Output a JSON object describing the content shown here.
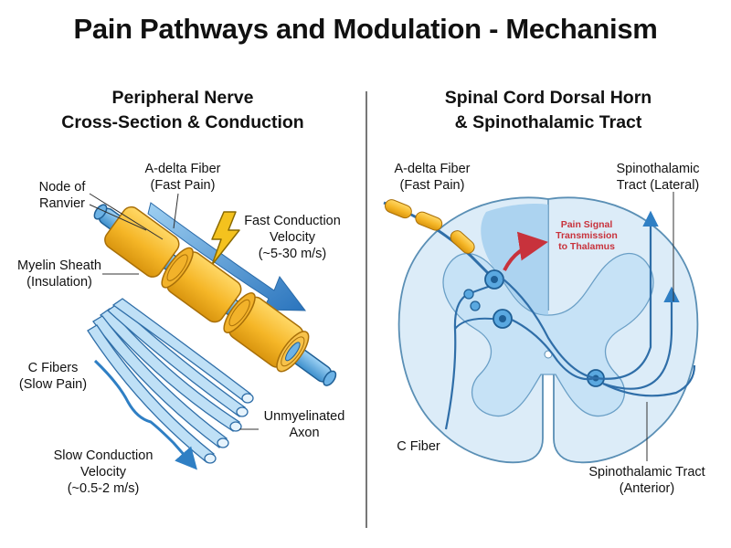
{
  "title": "Pain Pathways and Modulation - Mechanism",
  "left_panel": {
    "heading_line1": "Peripheral Nerve",
    "heading_line2": "Cross-Section & Conduction",
    "labels": {
      "node_line1": "Node of",
      "node_line2": "Ranvier",
      "adelta_line1": "A-delta Fiber",
      "adelta_line2": "(Fast Pain)",
      "fast_line1": "Fast Conduction",
      "fast_line2": "Velocity",
      "fast_line3": "(~5-30 m/s)",
      "myelin_line1": "Myelin Sheath",
      "myelin_line2": "(Insulation)",
      "cfibers_line1": "C Fibers",
      "cfibers_line2": "(Slow Pain)",
      "unmyel_line1": "Unmyelinated",
      "unmyel_line2": "Axon",
      "slow_line1": "Slow Conduction",
      "slow_line2": "Velocity",
      "slow_line3": "(~0.5-2 m/s)"
    }
  },
  "right_panel": {
    "heading_line1": "Spinal Cord Dorsal Horn",
    "heading_line2": "& Spinothalamic Tract",
    "labels": {
      "adelta_line1": "A-delta Fiber",
      "adelta_line2": "(Fast Pain)",
      "lateral_line1": "Spinothalamic",
      "lateral_line2": "Tract (Lateral)",
      "signal_line1": "Pain Signal",
      "signal_line2": "Transmission",
      "signal_line3": "to Thalamus",
      "cfiber": "C Fiber",
      "anterior_line1": "Spinothalamic Tract",
      "anterior_line2": "(Anterior)"
    }
  },
  "colors": {
    "myelin": "#f5b627",
    "myelin_dark": "#c98a10",
    "axon_blue": "#4a9fd8",
    "fiber_blue": "#8cc4ea",
    "arrow_blue": "#2f7fc4",
    "cord_light": "#dcecf8",
    "grey_matter": "#a8d2ee",
    "signal_red": "#c8323c",
    "bolt": "#f4c21e"
  }
}
